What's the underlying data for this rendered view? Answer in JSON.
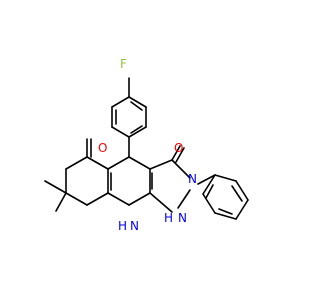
{
  "atoms": [
    {
      "symbol": "F",
      "color": "#8fc73e"
    },
    {
      "symbol": "O",
      "color": "#ff0000"
    },
    {
      "symbol": "O",
      "color": "#ff0000"
    },
    {
      "symbol": "N",
      "color": "#0000ff"
    },
    {
      "symbol": "N",
      "color": "#0000ff"
    },
    {
      "symbol": "H",
      "color": "#0000ff"
    },
    {
      "symbol": "N",
      "color": "#0000ff"
    },
    {
      "symbol": "H",
      "color": "#0000ff"
    }
  ]
}
